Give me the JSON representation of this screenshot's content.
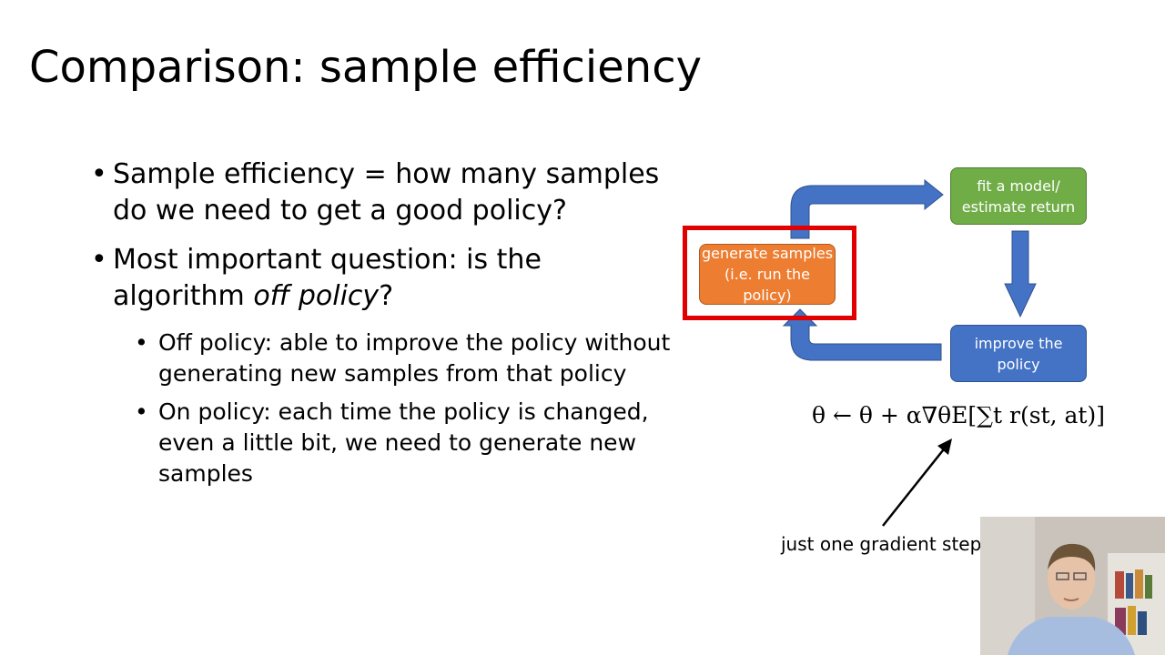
{
  "slide": {
    "title": "Comparison: sample efficiency",
    "bullets": [
      {
        "text": "Sample efficiency = how many samples do we need to get a good policy?"
      },
      {
        "pre": "Most important question: is the algorithm ",
        "em": "off policy",
        "post": "?"
      }
    ],
    "sub_bullets": [
      "Off policy: able to improve the policy without generating new samples from that policy",
      "On policy: each time the policy is changed, even a little bit, we need to generate new samples"
    ]
  },
  "diagram": {
    "box_fit": "fit a model/ estimate return",
    "box_improve": "improve the policy",
    "box_generate": "generate samples (i.e. run the policy)",
    "colors": {
      "green": "#70ad47",
      "blue": "#4472c4",
      "orange": "#ed7d31",
      "red_frame": "#e00000",
      "arrow": "#4472c4"
    }
  },
  "formula": "θ ← θ + α∇θE[∑t r(st, at)]",
  "annotation": "just one gradient step",
  "webcam": {
    "icon": "presenter-video"
  }
}
